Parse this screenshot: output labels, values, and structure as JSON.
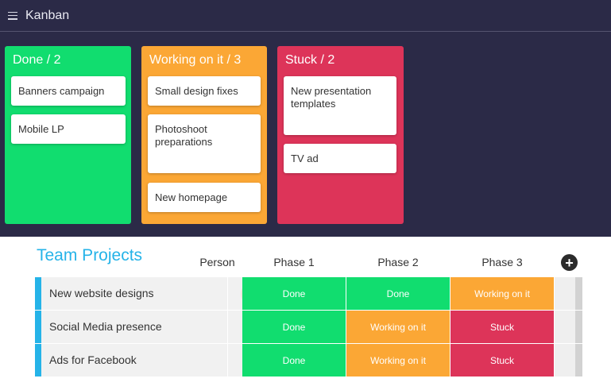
{
  "header": {
    "title": "Kanban"
  },
  "kanban": {
    "columns": [
      {
        "label": "Done / 2",
        "color": "#11dd6f",
        "cards": [
          "Banners campaign",
          "Mobile LP"
        ]
      },
      {
        "label": "Working on it / 3",
        "color": "#fba735",
        "cards": [
          "Small design fixes",
          "Photoshoot preparations",
          "New homepage"
        ]
      },
      {
        "label": "Stuck / 2",
        "color": "#dd3459",
        "cards": [
          "New presentation templates",
          "TV ad"
        ]
      }
    ]
  },
  "board": {
    "title": "Team Projects",
    "columns": [
      "Person",
      "Phase 1",
      "Phase 2",
      "Phase 3"
    ],
    "rows": [
      {
        "name": "New website designs",
        "phases": [
          "Done",
          "Done",
          "Working on it"
        ]
      },
      {
        "name": "Social Media presence",
        "phases": [
          "Done",
          "Working on it",
          "Stuck"
        ]
      },
      {
        "name": "Ads for Facebook",
        "phases": [
          "Done",
          "Working on it",
          "Stuck"
        ]
      }
    ]
  },
  "status_colors": {
    "Done": "#11dd6f",
    "Working on it": "#fba735",
    "Stuck": "#dd3459"
  },
  "accent": "#25b3e8"
}
